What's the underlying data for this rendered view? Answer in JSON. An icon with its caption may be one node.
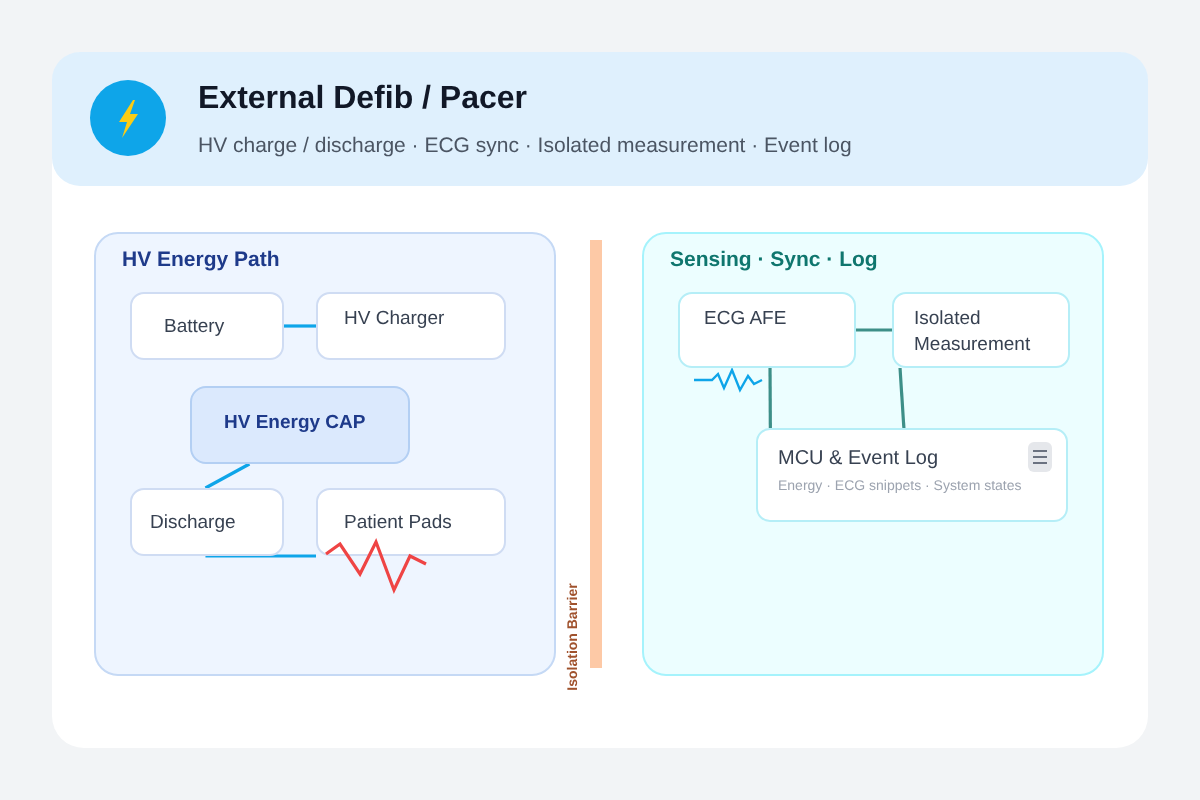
{
  "diagram": {
    "title": "External Defib / Pacer",
    "nodes": [
      {
        "text": [
          "HV Energy Path"
        ]
      },
      {
        "text": [
          "Battery"
        ],
        "in": 0
      },
      {
        "text": [
          "HV Charger"
        ],
        "in": 0
      },
      {
        "text": [
          "HV Energy CAP"
        ],
        "in": 0
      },
      {
        "text": [
          "Discharge"
        ],
        "in": 0
      },
      {
        "text": [
          "Patient Pads"
        ],
        "in": 0
      },
      {
        "text": [
          "Sensing · Sync · Log"
        ]
      },
      {
        "text": [
          "ECG AFE"
        ],
        "in": 6
      },
      {
        "text": [
          "Isolated Measurement"
        ],
        "in": 6
      },
      {
        "text": [
          "MCU & Event Log",
          "Energy · ECG snippets · System states"
        ],
        "in": 6
      }
    ],
    "edges": [
      {
        "from": 1,
        "to": 2,
        "arrow": "none"
      },
      {
        "from": 3,
        "to": 4,
        "arrow": "none"
      },
      {
        "from": 4,
        "to": 5,
        "arrow": "none"
      },
      {
        "from": 7,
        "to": 8,
        "arrow": "none",
        "color": "#3d8f88"
      },
      {
        "from": 7,
        "to": 9,
        "arrow": "none",
        "color": "#3d8f88"
      },
      {
        "from": 8,
        "to": 9,
        "arrow": "none",
        "color": "#3d8f88"
      }
    ],
    "labels": [
      "HV charge / discharge · ECG sync · Isolated measurement · Event log",
      "Isolation Barrier"
    ]
  }
}
